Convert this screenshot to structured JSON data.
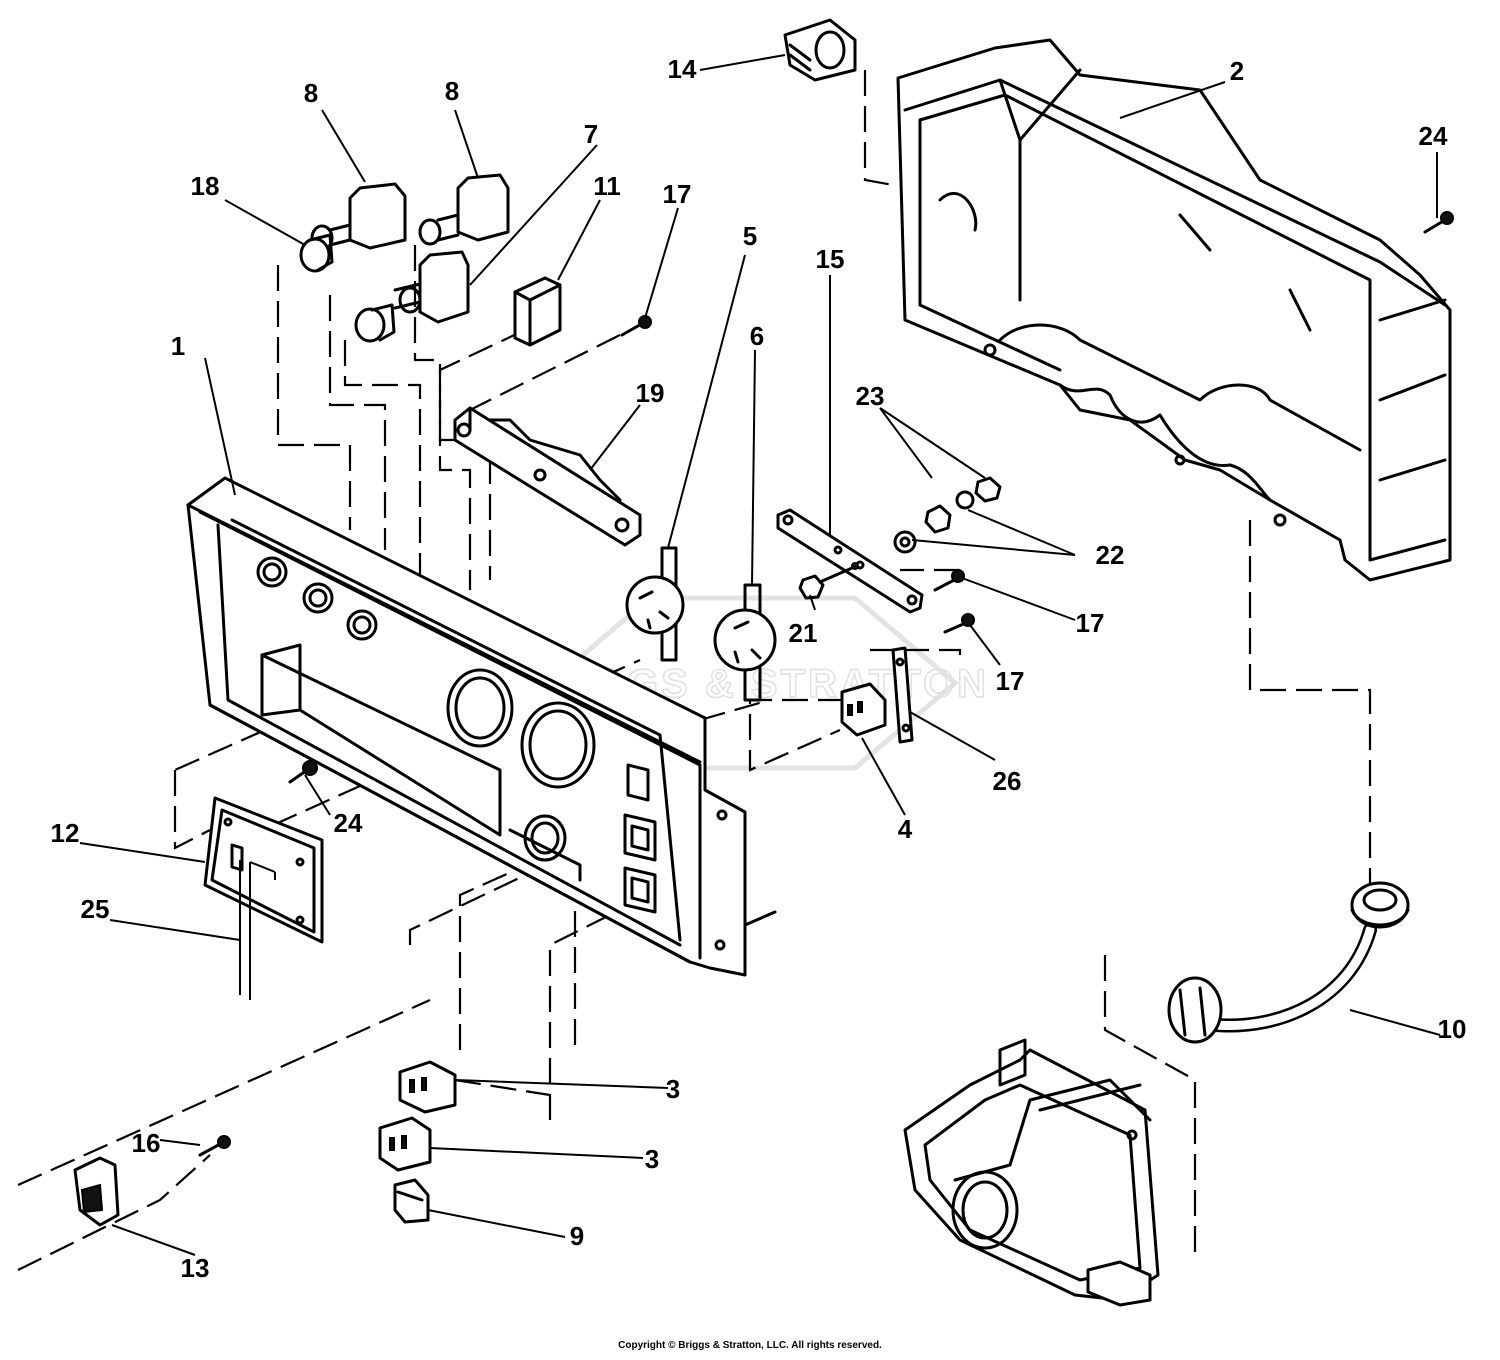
{
  "watermark": "BRIGGS & STRATTON",
  "copyright": "Copyright © Briggs & Stratton, LLC. All rights reserved.",
  "callouts": [
    {
      "id": "c1",
      "label": "1"
    },
    {
      "id": "c2",
      "label": "2"
    },
    {
      "id": "c3a",
      "label": "3"
    },
    {
      "id": "c3b",
      "label": "3"
    },
    {
      "id": "c4",
      "label": "4"
    },
    {
      "id": "c5",
      "label": "5"
    },
    {
      "id": "c6",
      "label": "6"
    },
    {
      "id": "c7",
      "label": "7"
    },
    {
      "id": "c8a",
      "label": "8"
    },
    {
      "id": "c8b",
      "label": "8"
    },
    {
      "id": "c9",
      "label": "9"
    },
    {
      "id": "c10",
      "label": "10"
    },
    {
      "id": "c11",
      "label": "11"
    },
    {
      "id": "c12",
      "label": "12"
    },
    {
      "id": "c13",
      "label": "13"
    },
    {
      "id": "c14",
      "label": "14"
    },
    {
      "id": "c15",
      "label": "15"
    },
    {
      "id": "c16",
      "label": "16"
    },
    {
      "id": "c17a",
      "label": "17"
    },
    {
      "id": "c17b",
      "label": "17"
    },
    {
      "id": "c17c",
      "label": "17"
    },
    {
      "id": "c18",
      "label": "18"
    },
    {
      "id": "c19",
      "label": "19"
    },
    {
      "id": "c21",
      "label": "21"
    },
    {
      "id": "c22",
      "label": "22"
    },
    {
      "id": "c23",
      "label": "23"
    },
    {
      "id": "c24a",
      "label": "24"
    },
    {
      "id": "c24b",
      "label": "24"
    },
    {
      "id": "c25",
      "label": "25"
    },
    {
      "id": "c26",
      "label": "26"
    }
  ]
}
